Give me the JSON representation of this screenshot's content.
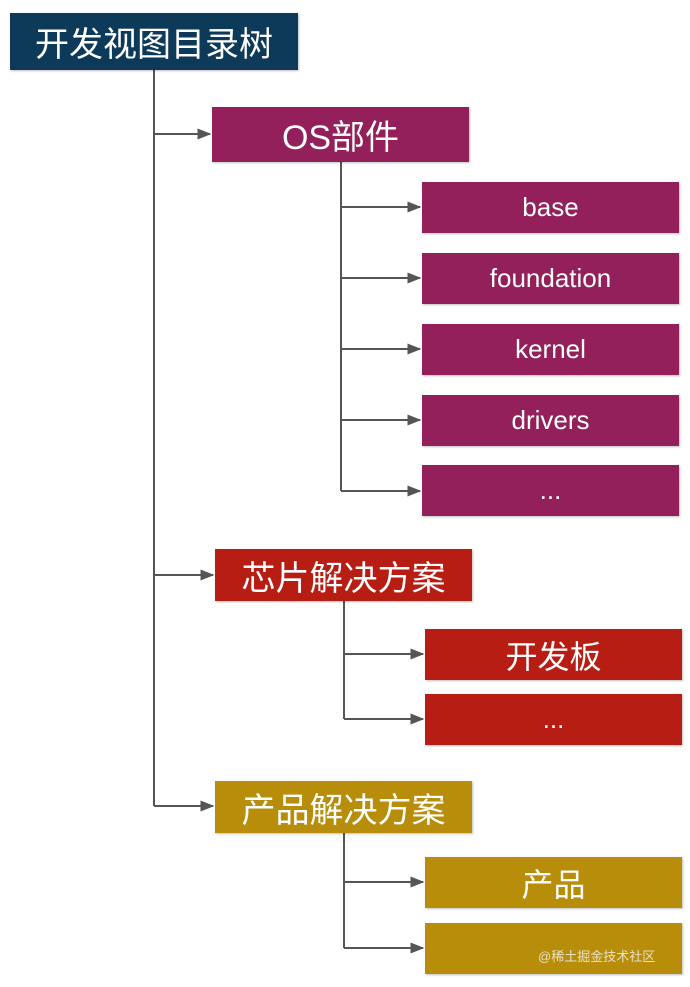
{
  "colors": {
    "root": "#0e3a5a",
    "os": "#93205a",
    "chip": "#b71d13",
    "product": "#b88d0a",
    "line": "#555555"
  },
  "root": {
    "label": "开发视图目录树"
  },
  "groups": [
    {
      "label": "OS部件",
      "color": "os",
      "children": [
        "base",
        "foundation",
        "kernel",
        "drivers",
        "..."
      ]
    },
    {
      "label": "芯片解决方案",
      "color": "chip",
      "children": [
        "开发板",
        "..."
      ]
    },
    {
      "label": "产品解决方案",
      "color": "product",
      "children": [
        "产品",
        ""
      ]
    }
  ],
  "watermark": "@稀土掘金技术社区"
}
